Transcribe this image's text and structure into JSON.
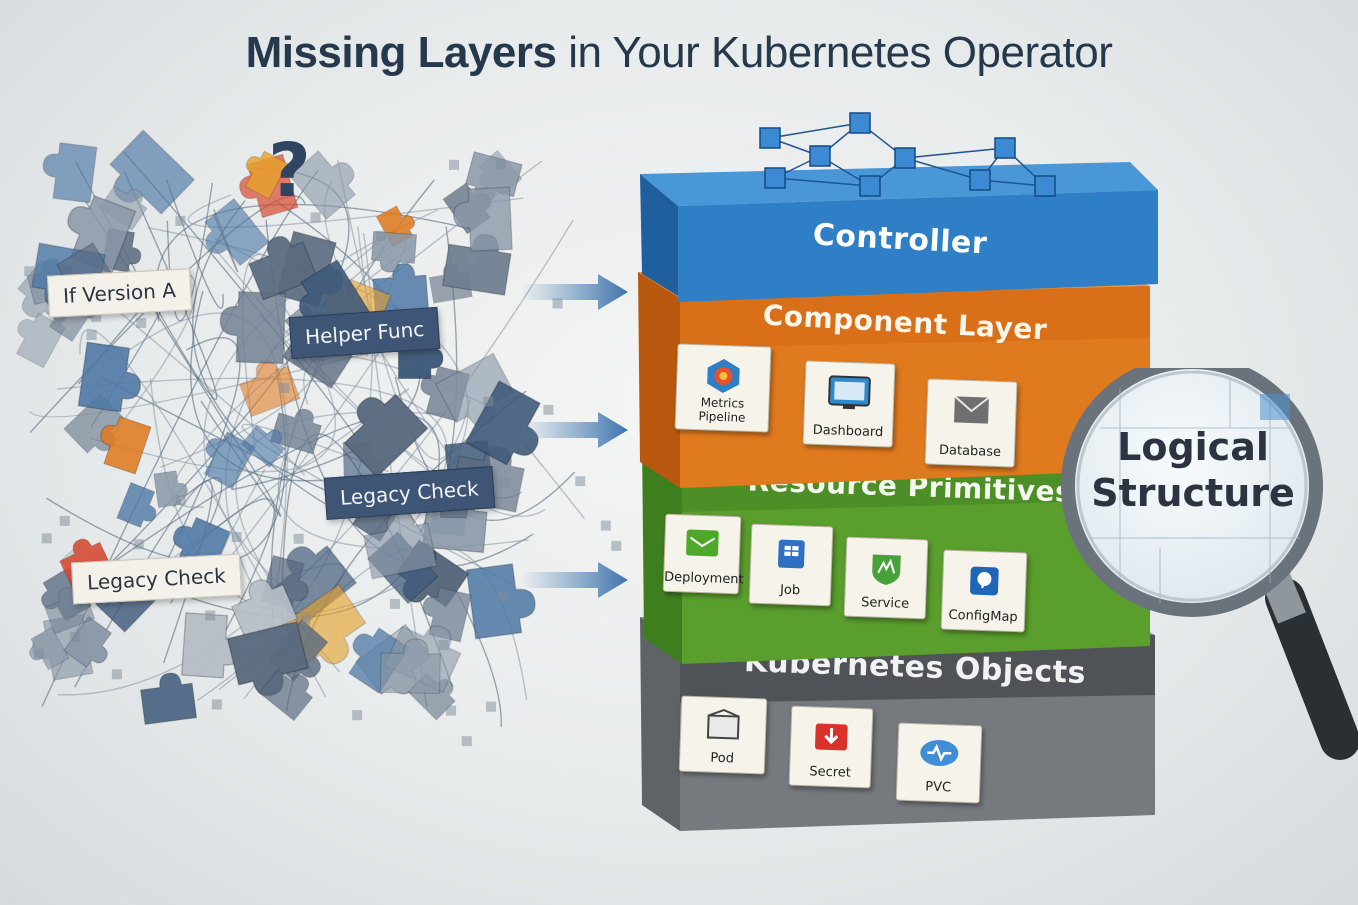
{
  "title": {
    "bold": "Missing Layers",
    "rest": " in Your Kubernetes Operator"
  },
  "chaos": {
    "question_mark": "?",
    "notes": [
      {
        "text": "If Version A",
        "style": "light"
      },
      {
        "text": "Helper Func",
        "style": "dark"
      },
      {
        "text": "Legacy Check",
        "style": "dark"
      },
      {
        "text": "Legacy Check",
        "style": "light"
      }
    ]
  },
  "layers": {
    "controller": {
      "title": "Controller",
      "color": "#2f7fc6"
    },
    "component": {
      "title": "Component Layer",
      "color": "#e07a1f",
      "items": [
        {
          "label": "Metrics Pipeline",
          "icon": "metrics-pipeline-icon"
        },
        {
          "label": "Dashboard",
          "icon": "dashboard-icon"
        },
        {
          "label": "Database",
          "icon": "database-icon"
        }
      ]
    },
    "resource": {
      "title": "Resource Primitives",
      "color": "#5a9e2e",
      "items": [
        {
          "label": "Deployment",
          "icon": "deployment-icon"
        },
        {
          "label": "Job",
          "icon": "job-icon"
        },
        {
          "label": "Service",
          "icon": "service-icon"
        },
        {
          "label": "ConfigMap",
          "icon": "configmap-icon"
        }
      ]
    },
    "objects": {
      "title": "Kubernetes Objects",
      "color": "#777b80",
      "items": [
        {
          "label": "Pod",
          "icon": "pod-icon"
        },
        {
          "label": "Secret",
          "icon": "secret-icon"
        },
        {
          "label": "PVC",
          "icon": "pvc-icon"
        }
      ]
    }
  },
  "magnifier": {
    "line1": "Logical",
    "line2": "Structure"
  }
}
